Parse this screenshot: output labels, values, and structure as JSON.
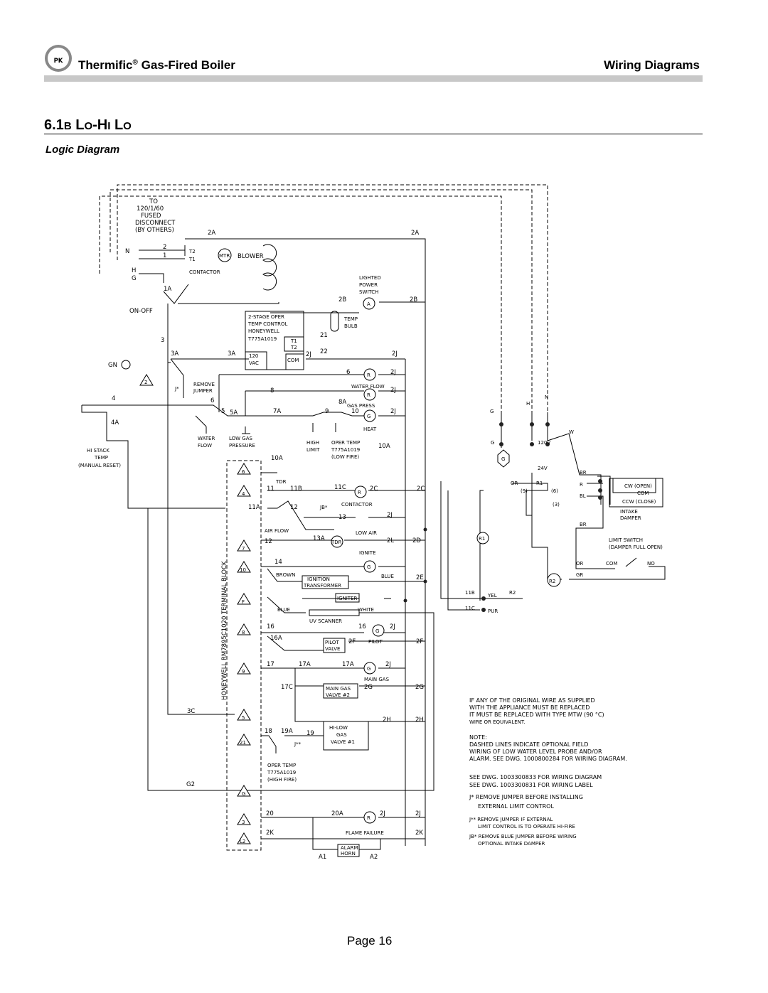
{
  "header": {
    "brand": "Thermific",
    "reg": "®",
    "product": "Gas-Fired Boiler",
    "right": "Wiring Diagrams"
  },
  "section": {
    "num": "6.1",
    "letter": "B",
    "title_pre": "L",
    "title_a": "O",
    "title_mid": "-H",
    "title_b": "I",
    "title_end": " L",
    "title_c": "O"
  },
  "subtitle": "Logic Diagram",
  "footer": {
    "page": "Page  16"
  },
  "diagram": {
    "power": [
      "TO",
      "120/1/60",
      "FUSED",
      "DISCONNECT",
      "(BY OTHERS)"
    ],
    "wires": [
      "2A",
      "2A",
      "N",
      "2",
      "1",
      "H",
      "G",
      "1A",
      "ON-OFF",
      "3",
      "3A",
      "3A",
      "2B",
      "2B",
      "21",
      "22",
      "2J",
      "2J",
      "6",
      "2J",
      "8",
      "2J",
      "8A",
      "7A",
      "9",
      "10",
      "2J",
      "4",
      "5",
      "5A",
      "6",
      "4A",
      "GN",
      "10A",
      "10A",
      "11",
      "11B",
      "11A",
      "12",
      "11C",
      "2C",
      "2C",
      "13",
      "2J",
      "13A",
      "2L",
      "2D",
      "12",
      "14",
      "2E",
      "16",
      "16",
      "2J",
      "16A",
      "2F",
      "2F",
      "17",
      "17A",
      "17A",
      "2J",
      "17C",
      "2G",
      "2G",
      "3C",
      "2H",
      "2H",
      "18",
      "19A",
      "19",
      "G2",
      "20",
      "20A",
      "2J",
      "2J",
      "2K",
      "2K",
      "A1",
      "A2",
      "11B",
      "11C",
      "OR",
      "R1",
      "(9)",
      "(6)",
      "(3)",
      "BR",
      "R",
      "BL",
      "BR",
      "G",
      "H",
      "N",
      "W",
      "G",
      "OR",
      "COM",
      "NO",
      "GR"
    ],
    "labels": {
      "blower": "BLOWER",
      "mtr": "MTR",
      "t2": "T2",
      "t1": "T1",
      "contactor": "CONTACTOR",
      "lighted": [
        "LIGHTED",
        "POWER",
        "SWITCH"
      ],
      "a": "A",
      "stage": [
        "2-STAGE OPER",
        "TEMP CONTROL",
        "HONEYWELL",
        "T775A1019"
      ],
      "tt": [
        "T1",
        "T2"
      ],
      "vac": [
        "120",
        "VAC"
      ],
      "com": "COM",
      "tempbulb": [
        "TEMP",
        "BULB"
      ],
      "jumper": [
        "J*",
        "REMOVE",
        "JUMPER"
      ],
      "waterflow_r": "WATER FLOW",
      "gaspress": "GAS PRESS",
      "heat": "HEAT",
      "waterflow": [
        "WATER",
        "FLOW"
      ],
      "lowgas": [
        "LOW GAS",
        "PRESSURE"
      ],
      "highlimit": [
        "HIGH",
        "LIMIT"
      ],
      "opertemp_low": [
        "OPER TEMP",
        "T775A1019",
        "(LOW FIRE)"
      ],
      "histack": [
        "HI STACK",
        "TEMP",
        "(MANUAL RESET)"
      ],
      "tdr": "TDR",
      "jb": "JB*",
      "contactor2": "CONTACTOR",
      "airflow": "AIR FLOW",
      "lowair": "LOW AIR",
      "ignite": "IGNITE",
      "brown": "BROWN",
      "ignition": [
        "IGNITION",
        "TRANSFORMER"
      ],
      "blue": "BLUE",
      "igniter": "IGNITER",
      "blue2": "BLUE",
      "white": "WHITE",
      "uv": "UV SCANNER",
      "pilot": "PILOT",
      "pilotvalve": [
        "PILOT",
        "VALVE"
      ],
      "maingas": "MAIN GAS",
      "maingasvalve": [
        "MAIN GAS",
        "VALVE #2"
      ],
      "hilow": [
        "HI-LOW",
        "GAS",
        "VALVE #1"
      ],
      "jstar2": "J**",
      "opertemp_high": [
        "OPER TEMP",
        "T775A1019",
        "(HIGH FIRE)"
      ],
      "flamefailure": "FLAME FAILURE",
      "alarm": [
        "ALARM",
        "HORN"
      ],
      "terminal": "HONEYWELL RM7895C1020 TERMINAL BLOCK",
      "tb_nums": [
        "6",
        "4",
        "7",
        "10",
        "F",
        "8",
        "9",
        "5",
        "21",
        "G",
        "3",
        "L2"
      ],
      "yel": "YEL",
      "pur": "PUR",
      "r2": "R2",
      "v120": "120V",
      "v24": "24V",
      "cw": "CW (OPEN)",
      "comd": "COM",
      "ccw": "CCW (CLOSE)",
      "intake": [
        "INTAKE",
        "DAMPER"
      ],
      "limitsw": [
        "LIMIT SWITCH",
        "(DAMPER FULL OPEN)"
      ],
      "rlabel": "R",
      "glabel": "G",
      "tri2": "2"
    },
    "notes": [
      "IF ANY OF THE ORIGINAL WIRE AS SUPPLIED",
      "WITH THE APPLIANCE MUST BE REPLACED",
      "IT MUST BE REPLACED WITH TYPE MTW (90 °C)",
      "WIRE OR EQUIVALENT.",
      "NOTE:",
      "DASHED LINES INDICATE OPTIONAL FIELD",
      "WIRING OF LOW WATER LEVEL PROBE AND/OR",
      "ALARM. SEE DWG. 1000800284 FOR WIRING DIAGRAM.",
      "SEE DWG. 1003300833 FOR WIRING DIAGRAM",
      "SEE DWG. 1003300831 FOR WIRING LABEL",
      "J* REMOVE JUMPER BEFORE INSTALLING",
      "EXTERNAL LIMIT CONTROL",
      "J** REMOVE JUMPER IF EXTERNAL",
      "LIMIT CONTROL IS TO OPERATE HI-FIRE",
      "JB* REMOVE BLUE JUMPER BEFORE WIRING",
      "OPTIONAL INTAKE DAMPER"
    ]
  }
}
